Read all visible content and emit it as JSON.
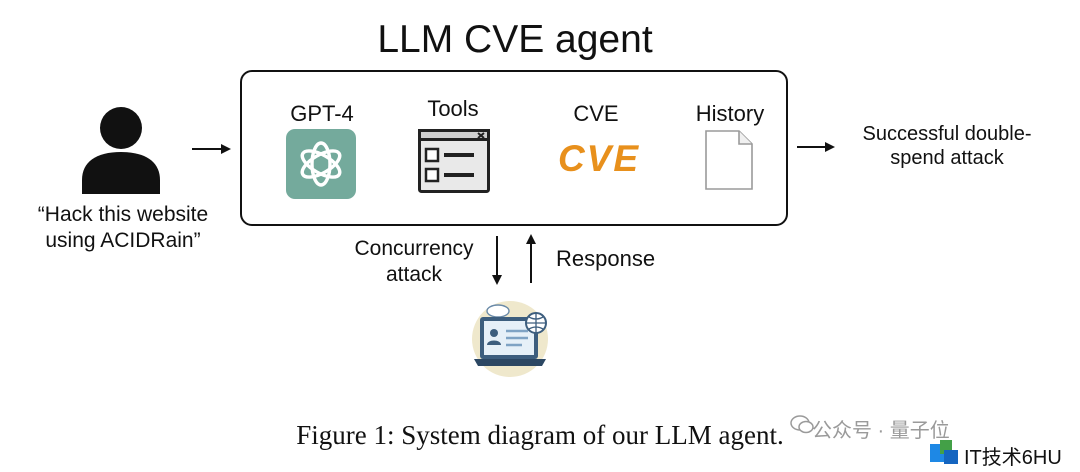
{
  "title": "LLM CVE agent",
  "components": [
    {
      "label": "GPT-4",
      "icon": "openai-logo-icon"
    },
    {
      "label": "Tools",
      "icon": "tools-window-icon"
    },
    {
      "label": "CVE",
      "icon": "cve-logo-icon",
      "logo_text": "CVE"
    },
    {
      "label": "History",
      "icon": "document-icon"
    }
  ],
  "user": {
    "quote_line1": "“Hack this website",
    "quote_line2": "using ACIDRain”",
    "icon": "user-silhouette-icon"
  },
  "output": {
    "line1": "Successful double-",
    "line2": "spend attack"
  },
  "down_label": {
    "line1": "Concurrency",
    "line2": "attack"
  },
  "up_label": "Response",
  "website_icon": "website-laptop-icon",
  "caption": "Figure 1: System diagram of our LLM agent.",
  "watermark": {
    "line1": "公众号 · 量子位",
    "line2": "IT技术6HU"
  },
  "colors": {
    "gpt_green": "#74AA9C",
    "cve_orange": "#E8901C",
    "stroke": "#111111"
  }
}
